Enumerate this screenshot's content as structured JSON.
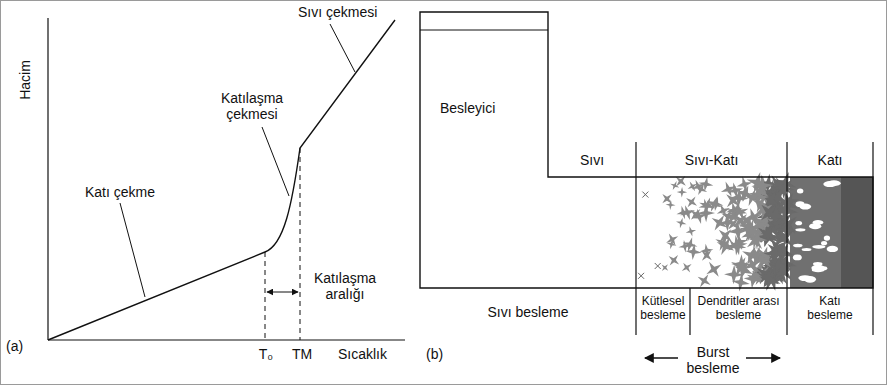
{
  "diagram": {
    "nodes": [
      {
        "text": [
          "Besleyici"
        ]
      }
    ],
    "labels": [
      "Hacim",
      "Sıvı çekmesi",
      "Katılaşma çekmesi",
      "Katı çekme",
      "Katılaşma aralığı",
      "T₀",
      "TM",
      "Sıcaklık",
      "(a)",
      "Sıvı",
      "Sıvı-Katı",
      "Katı",
      "Sıvı besleme",
      "Kütlesel besleme",
      "Dendritler arası besleme",
      "Katı besleme",
      "Burst besleme",
      "(b)"
    ]
  }
}
